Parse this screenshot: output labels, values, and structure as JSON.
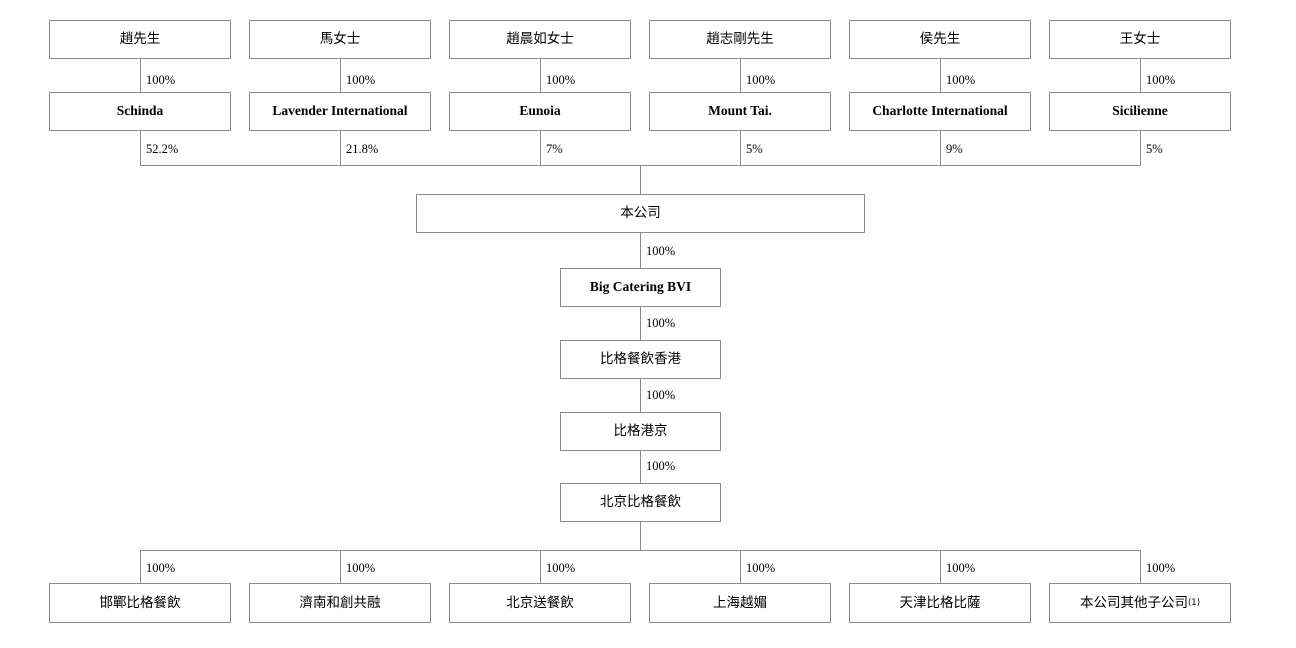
{
  "diagram": {
    "title": "Shareholding and corporate structure chart",
    "border_color": "#8a8a8a",
    "background_color": "#ffffff",
    "text_color": "#000000",
    "shareholders": [
      {
        "name": "趙先生",
        "holding_pct": "100%",
        "vehicle": "Schinda",
        "company_pct": "52.2%"
      },
      {
        "name": "馬女士",
        "holding_pct": "100%",
        "vehicle": "Lavender International",
        "company_pct": "21.8%"
      },
      {
        "name": "趙晨如女士",
        "holding_pct": "100%",
        "vehicle": "Eunoia",
        "company_pct": "7%"
      },
      {
        "name": "趙志剛先生",
        "holding_pct": "100%",
        "vehicle": "Mount Tai.",
        "company_pct": "5%"
      },
      {
        "name": "侯先生",
        "holding_pct": "100%",
        "vehicle": "Charlotte International",
        "company_pct": "9%"
      },
      {
        "name": "王女士",
        "holding_pct": "100%",
        "vehicle": "Sicilienne",
        "company_pct": "5%"
      }
    ],
    "company": {
      "label": "本公司",
      "to_chain_pct": "100%"
    },
    "chain": [
      {
        "label": "Big Catering BVI",
        "style": "en",
        "pct_below": "100%"
      },
      {
        "label": "比格餐飲香港",
        "style": "cn",
        "pct_below": "100%"
      },
      {
        "label": "比格港京",
        "style": "cn",
        "pct_below": "100%"
      },
      {
        "label": "北京比格餐飲",
        "style": "cn",
        "pct_below": ""
      }
    ],
    "subsidiaries": [
      {
        "label": "邯鄲比格餐飲",
        "pct": "100%",
        "footnote": ""
      },
      {
        "label": "濟南和創共融",
        "pct": "100%",
        "footnote": ""
      },
      {
        "label": "北京送餐飲",
        "pct": "100%",
        "footnote": ""
      },
      {
        "label": "上海越媚",
        "pct": "100%",
        "footnote": ""
      },
      {
        "label": "天津比格比薩",
        "pct": "100%",
        "footnote": ""
      },
      {
        "label": "本公司其他子公司",
        "pct": "100%",
        "footnote": "(1)"
      }
    ]
  }
}
